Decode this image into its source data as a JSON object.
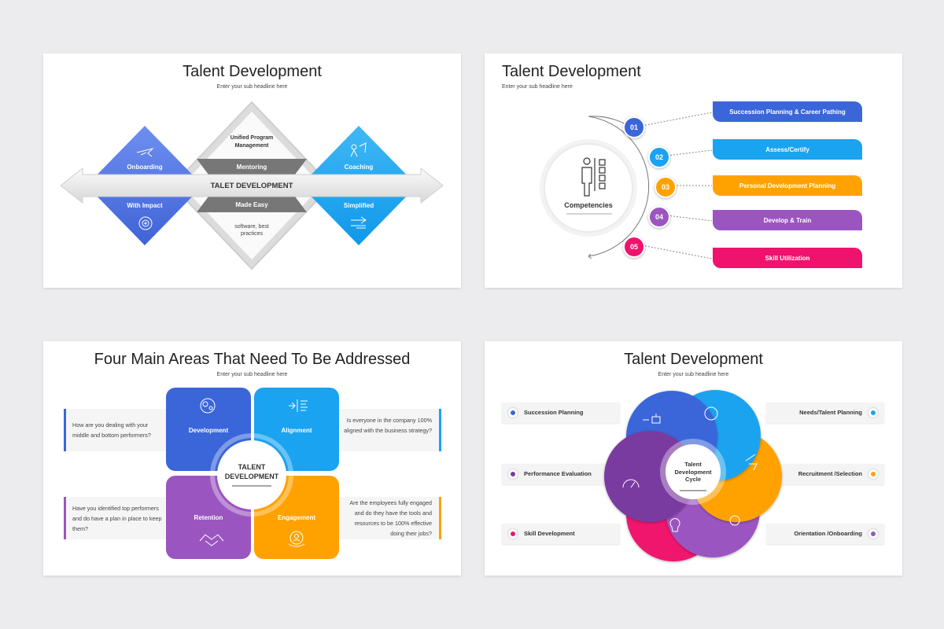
{
  "slide1": {
    "title": "Talent Development",
    "subtitle": "Enter your sub headline here",
    "band_label": "TALET DEVELOPMENT",
    "labels": {
      "onboarding": "Onboarding",
      "with_impact": "With Impact",
      "unified": "Unified Program Management",
      "mentoring": "Mentoring",
      "made_easy": "Made Easy",
      "software": "software, best practices",
      "coaching": "Coaching",
      "simplified": "Simplified"
    },
    "colors": {
      "blue": "#4169e1",
      "sky": "#1aa3f0",
      "gray": "#7a7a7a"
    }
  },
  "slide2": {
    "title": "Talent Development",
    "subtitle": "Enter your sub headline here",
    "center_label": "Competencies",
    "steps": [
      {
        "num": "01",
        "label": "Succession Planning & Career Pathing",
        "color": "#3a66d9"
      },
      {
        "num": "02",
        "label": "Assess/Certify",
        "color": "#1aa3f0"
      },
      {
        "num": "03",
        "label": "Personal Development Planning",
        "color": "#ffa200"
      },
      {
        "num": "04",
        "label": "Develop & Train",
        "color": "#9b55c0"
      },
      {
        "num": "05",
        "label": "Skill Utilization",
        "color": "#f0136e"
      }
    ]
  },
  "slide3": {
    "title": "Four Main Areas That Need To Be Addressed",
    "subtitle": "Enter your sub headline here",
    "center_label": "TALENT DEVELOPMENT",
    "boxes": {
      "development": "Development",
      "alignment": "Alignment",
      "retention": "Retention",
      "engagement": "Engagement"
    },
    "questions": {
      "q1": "How are you dealing with your middle and bottom performers?",
      "q2": "Is everyone in the company 100% aligned with the business strategy?",
      "q3": "Have you identified top performers and do have a plan in place to keep them?",
      "q4": "Are the employees fully engaged and do they have the tools and resources to be 100% effective doing their jobs?"
    },
    "colors": {
      "blue": "#3a66d9",
      "sky": "#1aa3f0",
      "purple": "#9b55c0",
      "orange": "#ffa200"
    }
  },
  "slide4": {
    "title": "Talent Development",
    "subtitle": "Enter your sub headline here",
    "center_label": "Talent Development Cycle",
    "left": [
      {
        "label": "Succession Planning",
        "color": "#3a66d9"
      },
      {
        "label": "Performance Evaluation",
        "color": "#7a3aa0"
      },
      {
        "label": "Skill Development",
        "color": "#f0136e"
      }
    ],
    "right": [
      {
        "label": "Needs/Talent Planning",
        "color": "#1aa3f0"
      },
      {
        "label": "Recruitment /Selection",
        "color": "#ffa200"
      },
      {
        "label": "Orientation /Onboarding",
        "color": "#9b55c0"
      }
    ]
  }
}
